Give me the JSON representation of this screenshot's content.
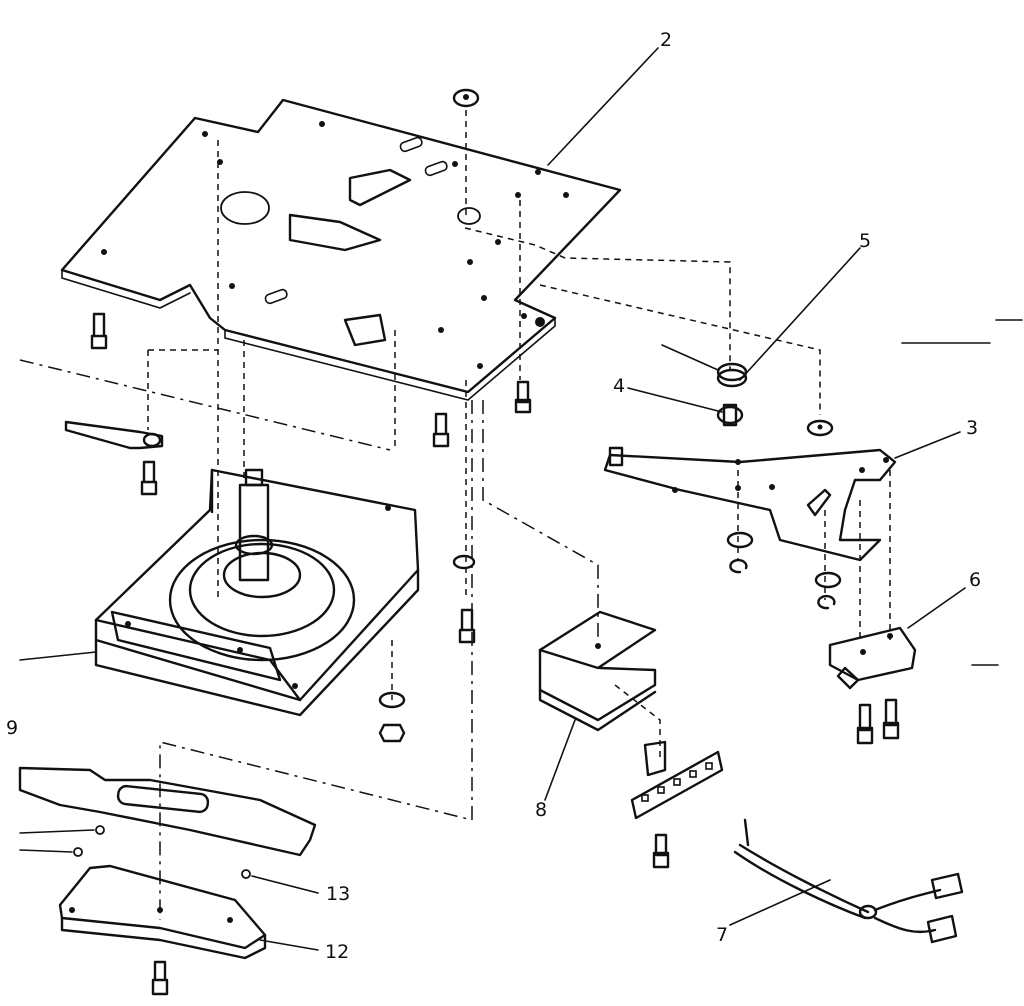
{
  "diagram": {
    "callouts": [
      {
        "id": "2",
        "text": "2"
      },
      {
        "id": "3",
        "text": "3"
      },
      {
        "id": "4",
        "text": "4"
      },
      {
        "id": "5",
        "text": "5"
      },
      {
        "id": "6",
        "text": "6"
      },
      {
        "id": "7",
        "text": "7"
      },
      {
        "id": "8",
        "text": "8"
      },
      {
        "id": "12",
        "text": "12"
      },
      {
        "id": "13",
        "text": "13"
      }
    ],
    "partial_label": "9"
  }
}
